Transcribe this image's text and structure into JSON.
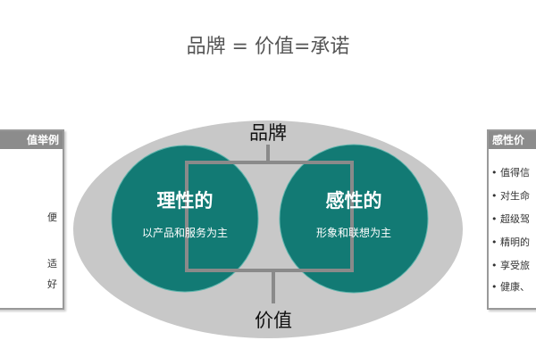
{
  "title": "品牌 = 价值=承诺",
  "diagram": {
    "top_label": "品牌",
    "bottom_label": "价值",
    "left_circle": {
      "title": "理性的",
      "subtitle": "以产品和服务为主"
    },
    "right_circle": {
      "title": "感性的",
      "subtitle": "形象和联想为主"
    },
    "colors": {
      "ellipse": "#c8c8c8",
      "circle": "#127a74",
      "connector": "#8a8a8a",
      "circle_text": "#ffffff"
    }
  },
  "left_box": {
    "header": "值举例",
    "items": [
      "便",
      "适",
      "好"
    ]
  },
  "right_box": {
    "header": "感性价",
    "items": [
      "• 值得信",
      "• 对生命",
      "• 超级驾",
      "• 精明的",
      "• 享受旅",
      "• 健康、"
    ]
  }
}
